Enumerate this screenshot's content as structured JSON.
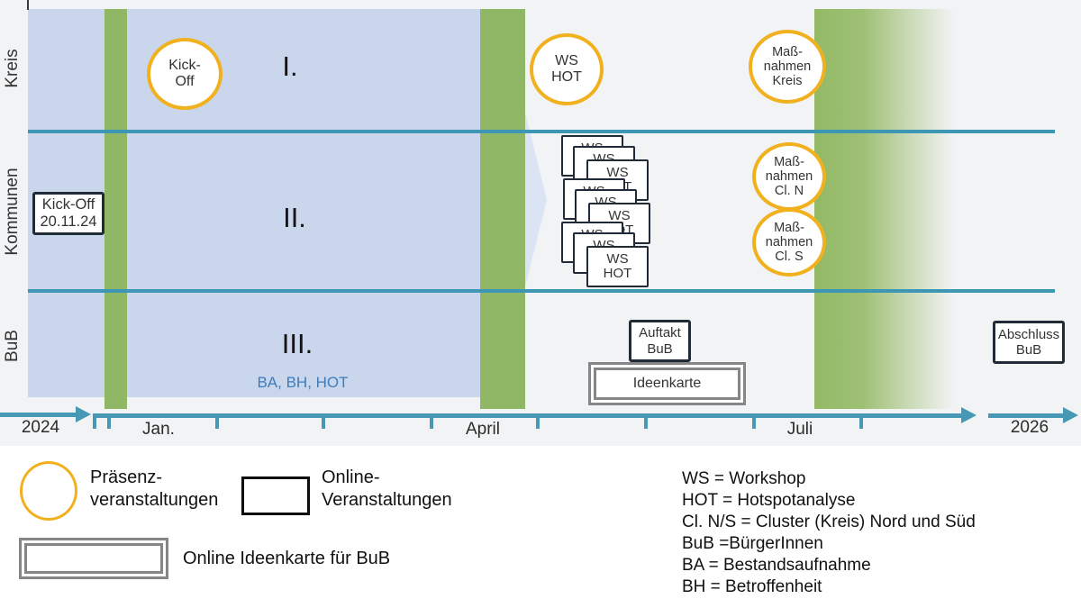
{
  "rows": {
    "kreis": "Kreis",
    "kommunen": "Kommunen",
    "bub": "BuB"
  },
  "phases": {
    "one": "I.",
    "two": "II.",
    "three": "III.",
    "note": "BA, BH, HOT"
  },
  "circles": {
    "kick_off": {
      "label": "Kick-\nOff"
    },
    "ws_hot": {
      "label": "WS\nHOT"
    },
    "massnahmen_kreis": {
      "label": "Maß-\nnahmen\nKreis"
    },
    "massnahmen_cl_n": {
      "label": "Maß-\nnahmen\nCl. N"
    },
    "massnahmen_cl_s": {
      "label": "Maß-\nnahmen\nCl. S"
    }
  },
  "boxes": {
    "kick_off": {
      "label": "Kick-Off\n20.11.24"
    },
    "auftakt": {
      "label": "Auftakt\nBuB"
    },
    "abschluss": {
      "label": "Abschluss\nBuB"
    },
    "ideenkarte": {
      "label": "Ideenkarte"
    }
  },
  "stack": {
    "card_label": "WS\nHOT"
  },
  "timeline": {
    "year_start": "2024",
    "jan": "Jan.",
    "april": "April",
    "juli": "Juli",
    "year_end": "2026"
  },
  "legend": {
    "praesenz_label": "Präsenz-\nveranstaltungen",
    "online_label": "Online-\nVeranstaltungen",
    "ideenkarte_label": "Online Ideenkarte für BuB",
    "definitions": [
      "WS = Workshop",
      "HOT = Hotspotanalyse",
      "Cl. N/S = Cluster (Kreis) Nord und Süd",
      "BuB =BürgerInnen",
      "BA = Bestandsaufnahme",
      "BH = Betroffenheit"
    ]
  },
  "colors": {
    "panel_blue": "#c9d6ec",
    "bar_green": "#8fb766",
    "accent_teal": "#3d96b4",
    "event_yellow": "#f1b11f",
    "note_blue": "#3f7cba",
    "background_gray": "#f2f3f4"
  }
}
